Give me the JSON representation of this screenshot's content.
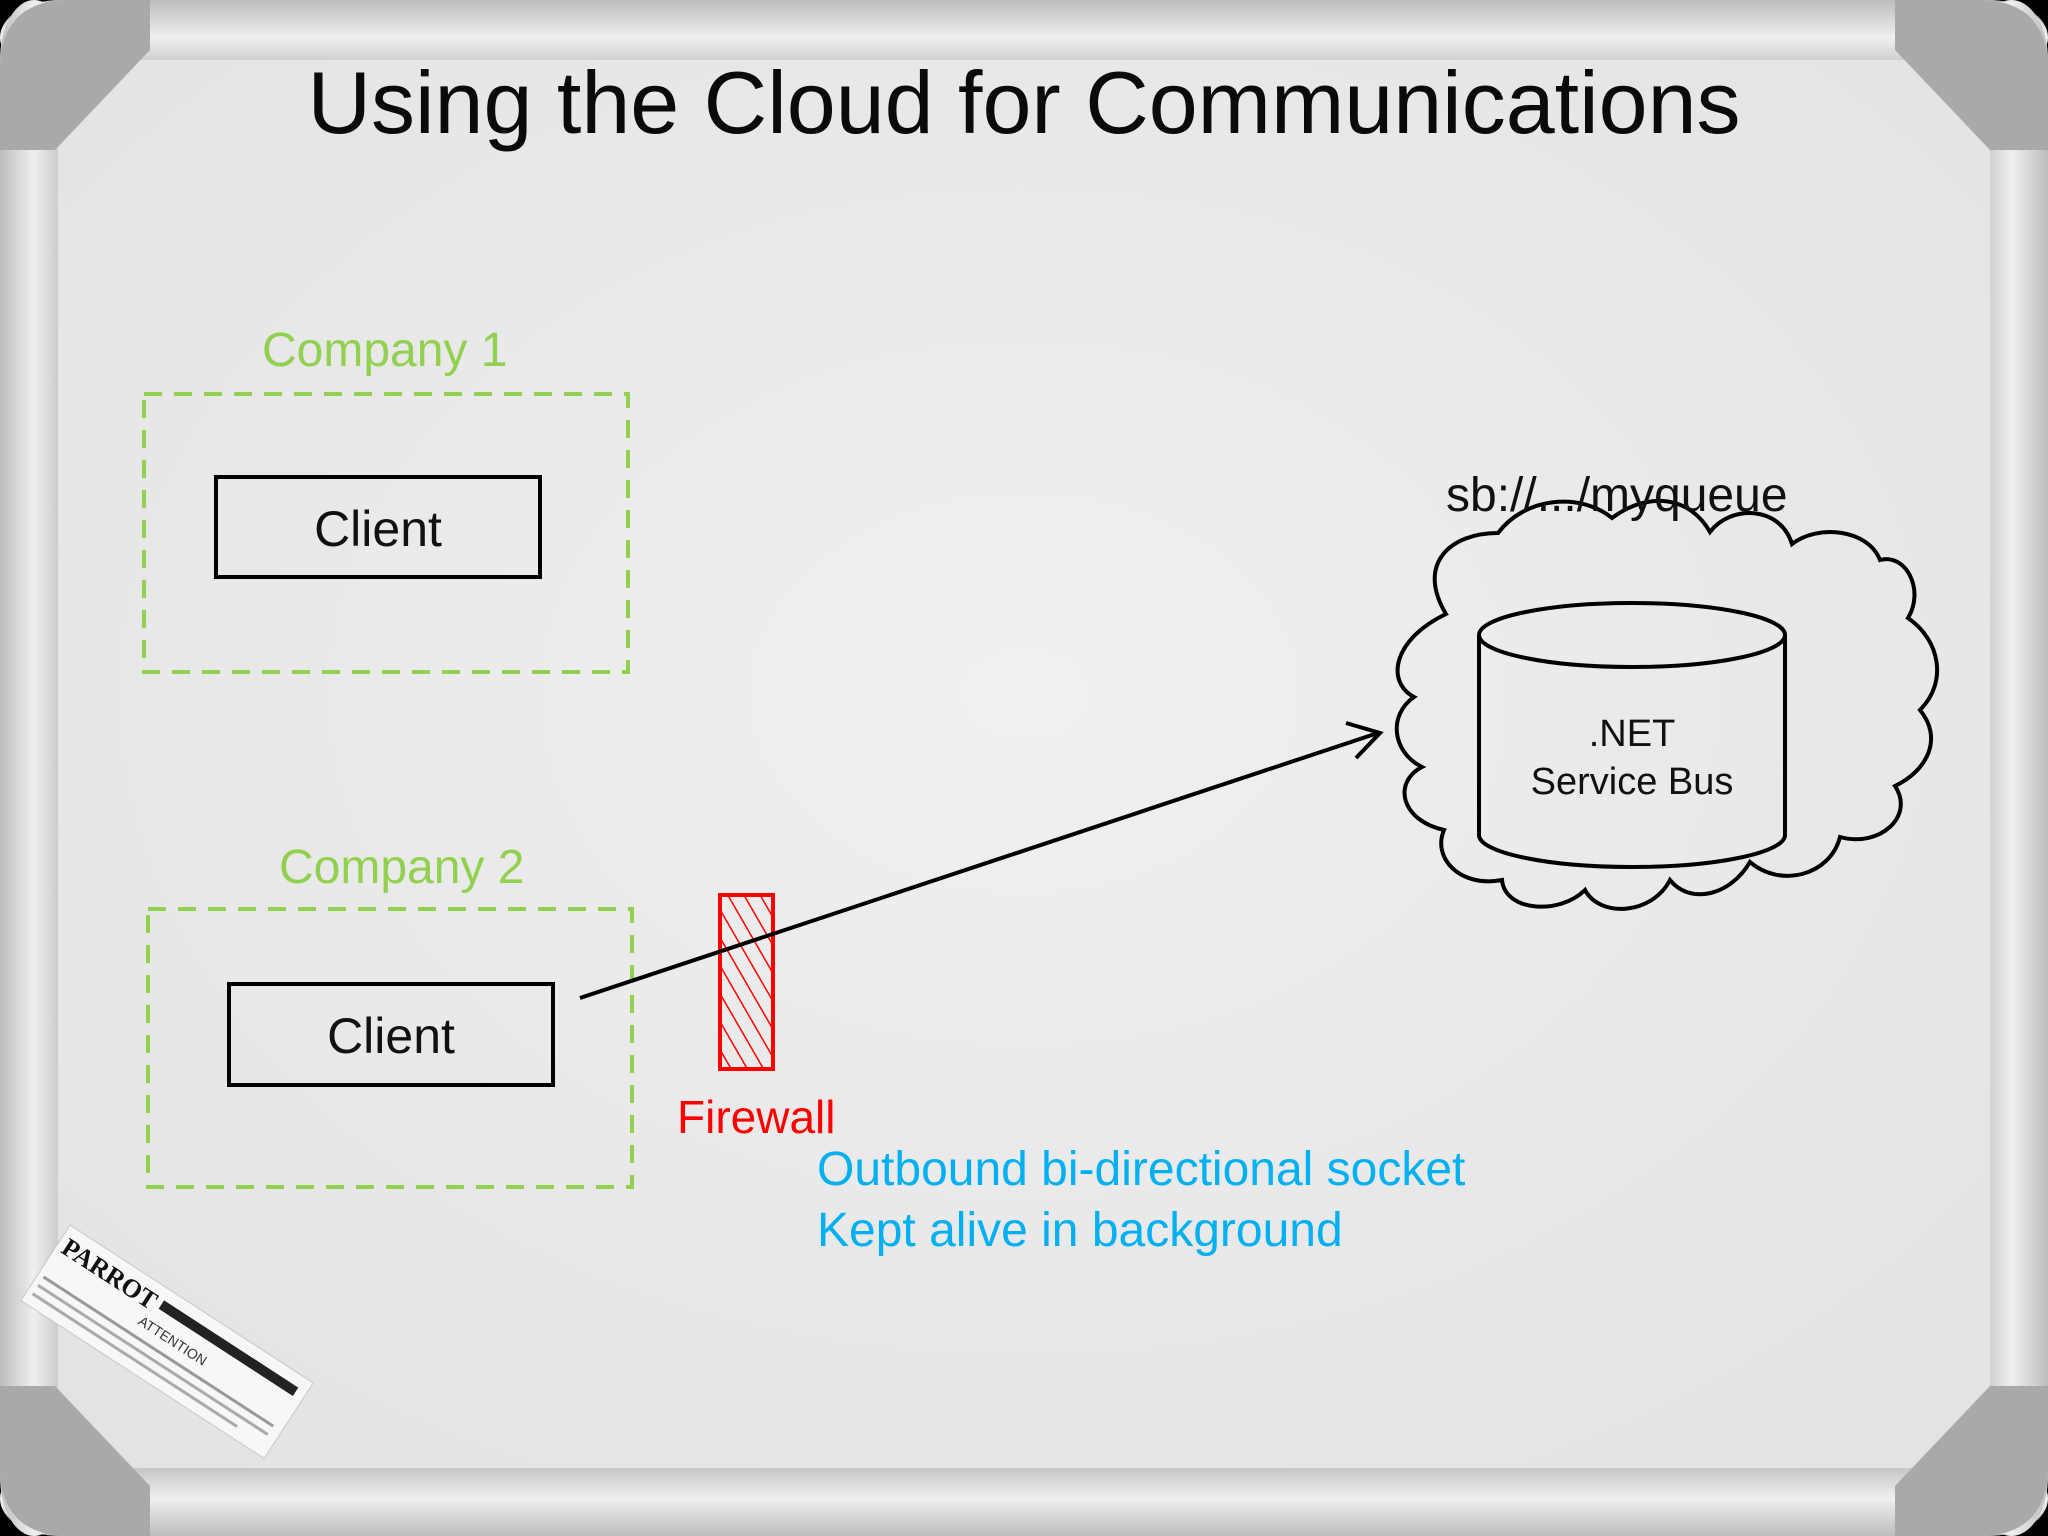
{
  "title": "Using the Cloud for Communications",
  "company1": {
    "label": "Company 1",
    "client": "Client"
  },
  "company2": {
    "label": "Company 2",
    "client": "Client"
  },
  "service_bus": {
    "url": "sb://.../myqueue",
    "line1": ".NET",
    "line2": "Service Bus"
  },
  "firewall": {
    "label": "Firewall"
  },
  "notes": [
    "Outbound bi-directional socket",
    "Kept alive in background"
  ],
  "colors": {
    "company": "#92d050",
    "firewall": "#ff0000",
    "note": "#00b0f0",
    "ink": "#000000",
    "board": "#ebebeb"
  },
  "sticker": {
    "brand": "PARROT",
    "text": "ATTENTION"
  }
}
